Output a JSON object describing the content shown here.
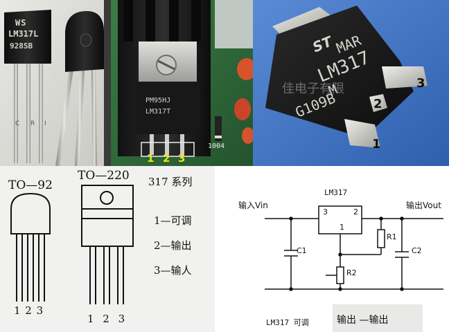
{
  "photos": {
    "to92": {
      "left_marking": [
        "WS",
        "LM317L",
        "928SB"
      ],
      "lead_letters": [
        "C",
        "R",
        "I"
      ]
    },
    "to220": {
      "marking": [
        "PM95HJ",
        "LM317T"
      ],
      "pcb_label": "1004",
      "pin_numbers": [
        "1",
        "2",
        "3"
      ]
    },
    "dpak": {
      "marking": [
        "MAR",
        "LM317",
        "M",
        "G109B"
      ],
      "brand": "ST",
      "watermark": "佳电子有限",
      "pin_numbers": [
        "1",
        "2",
        "3"
      ]
    }
  },
  "drawings": {
    "to92": {
      "label": "TO—92",
      "pins": "1 2 3"
    },
    "to220": {
      "label": "TO—220",
      "pins": "1 2 3"
    },
    "legend": {
      "title": "317 系列",
      "items": [
        "1—可调",
        "2—输出",
        "3—输人"
      ]
    }
  },
  "schematic": {
    "chip_label": "LM317",
    "input_label": "输入Vin",
    "output_label": "输出Vout",
    "pin_in": "3",
    "pin_out": "2",
    "pin_adj": "1",
    "c1": "C1",
    "c2": "C2",
    "r1": "R1",
    "r2": "R2",
    "caption_left": "LM317 可调",
    "caption_right": "输出 —输出"
  },
  "colors": {
    "pcb_green": "#2f6a3a",
    "pin_yellow": "#f3e21a",
    "chip_black": "#171717",
    "dpak_bg": "#3e73c4"
  }
}
